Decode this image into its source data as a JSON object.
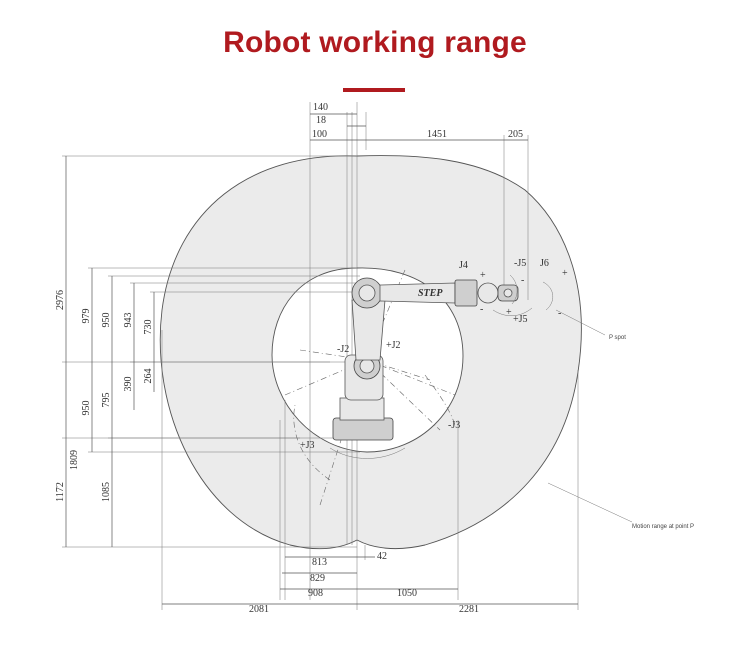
{
  "title": "Robot working range",
  "brand_text": "STEP",
  "annotations": {
    "p_spot": "P spot",
    "motion_range": "Motion range at point P"
  },
  "joint_labels": {
    "j4": "J4",
    "neg_j5": "-J5",
    "j6": "J6",
    "pos_j5": "+J5",
    "neg_j2": "-J2",
    "pos_j2": "+J2",
    "neg_j3": "-J3",
    "pos_j3": "+J3",
    "plus_a": "+",
    "minus_a": "-",
    "plus_b": "+",
    "minus_b": "-",
    "plus_c": "+",
    "minus_c": "-"
  },
  "dimensions": {
    "top": {
      "d140": "140",
      "d18": "18",
      "d100": "100",
      "d1451": "1451",
      "d205": "205"
    },
    "left": {
      "d2976": "2976",
      "d979": "979",
      "d950a": "950",
      "d943": "943",
      "d730": "730",
      "d950b": "950",
      "d795": "795",
      "d390": "390",
      "d264": "264",
      "d1809": "1809",
      "d1172": "1172",
      "d1085": "1085"
    },
    "bottom": {
      "d813": "813",
      "d42": "42",
      "d829": "829",
      "d908": "908",
      "d1050": "1050",
      "d2081": "2081",
      "d2281": "2281"
    }
  },
  "colors": {
    "title": "#b01a1f",
    "workspace_fill": "#ebebeb",
    "outline": "#555555"
  }
}
